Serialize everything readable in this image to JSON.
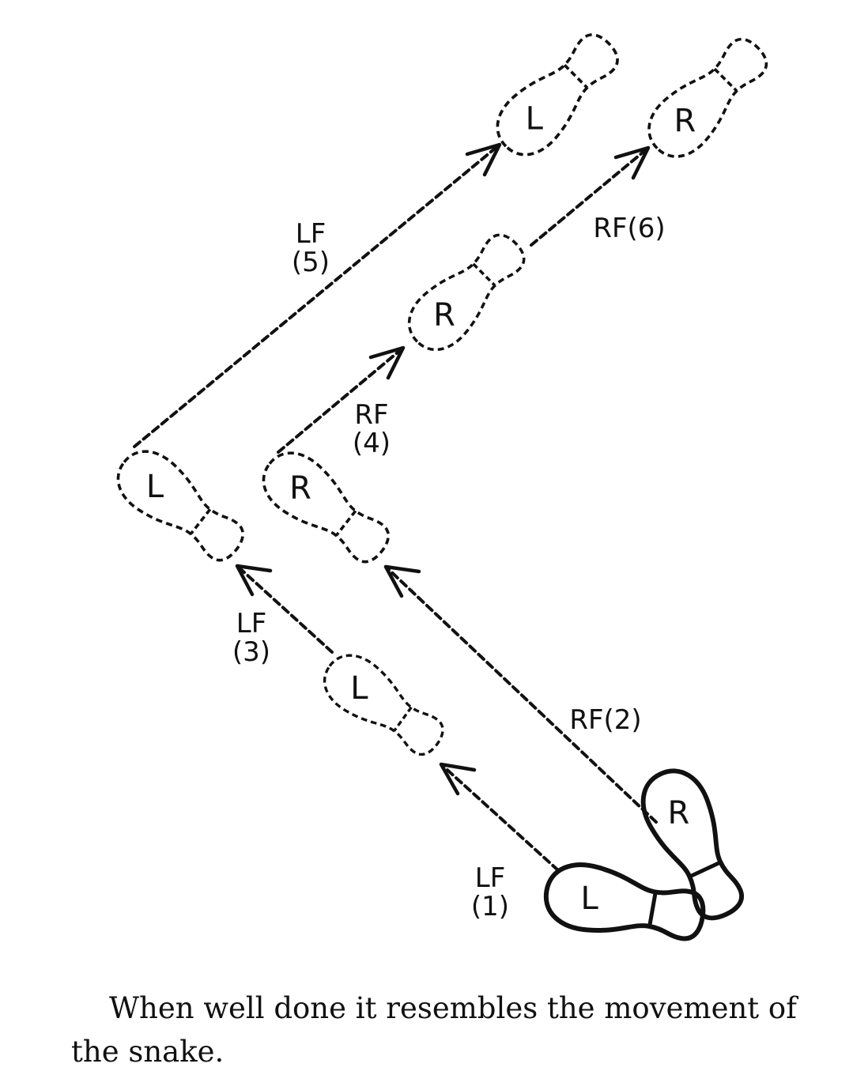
{
  "diagram": {
    "feet": [
      {
        "id": "start-left",
        "letter": "L",
        "style": "solid"
      },
      {
        "id": "start-right",
        "letter": "R",
        "style": "solid"
      },
      {
        "id": "step1-left",
        "letter": "L",
        "style": "dashed"
      },
      {
        "id": "step2-right",
        "letter": "R",
        "style": "dashed"
      },
      {
        "id": "step3-left",
        "letter": "L",
        "style": "dashed"
      },
      {
        "id": "step4-right",
        "letter": "R",
        "style": "dashed"
      },
      {
        "id": "step5-left",
        "letter": "L",
        "style": "dashed"
      },
      {
        "id": "step6-right",
        "letter": "R",
        "style": "dashed"
      }
    ],
    "labels": [
      {
        "id": "label-lf1",
        "lines": [
          "LF",
          "(1)"
        ]
      },
      {
        "id": "label-rf2",
        "lines": [
          "RF(2)"
        ]
      },
      {
        "id": "label-lf3",
        "lines": [
          "LF",
          "(3)"
        ]
      },
      {
        "id": "label-rf4",
        "lines": [
          "RF",
          "(4)"
        ]
      },
      {
        "id": "label-lf5",
        "lines": [
          "LF",
          "(5)"
        ]
      },
      {
        "id": "label-rf6",
        "lines": [
          "RF(6)"
        ]
      }
    ]
  },
  "caption": "When well done it resembles the movement of the snake."
}
